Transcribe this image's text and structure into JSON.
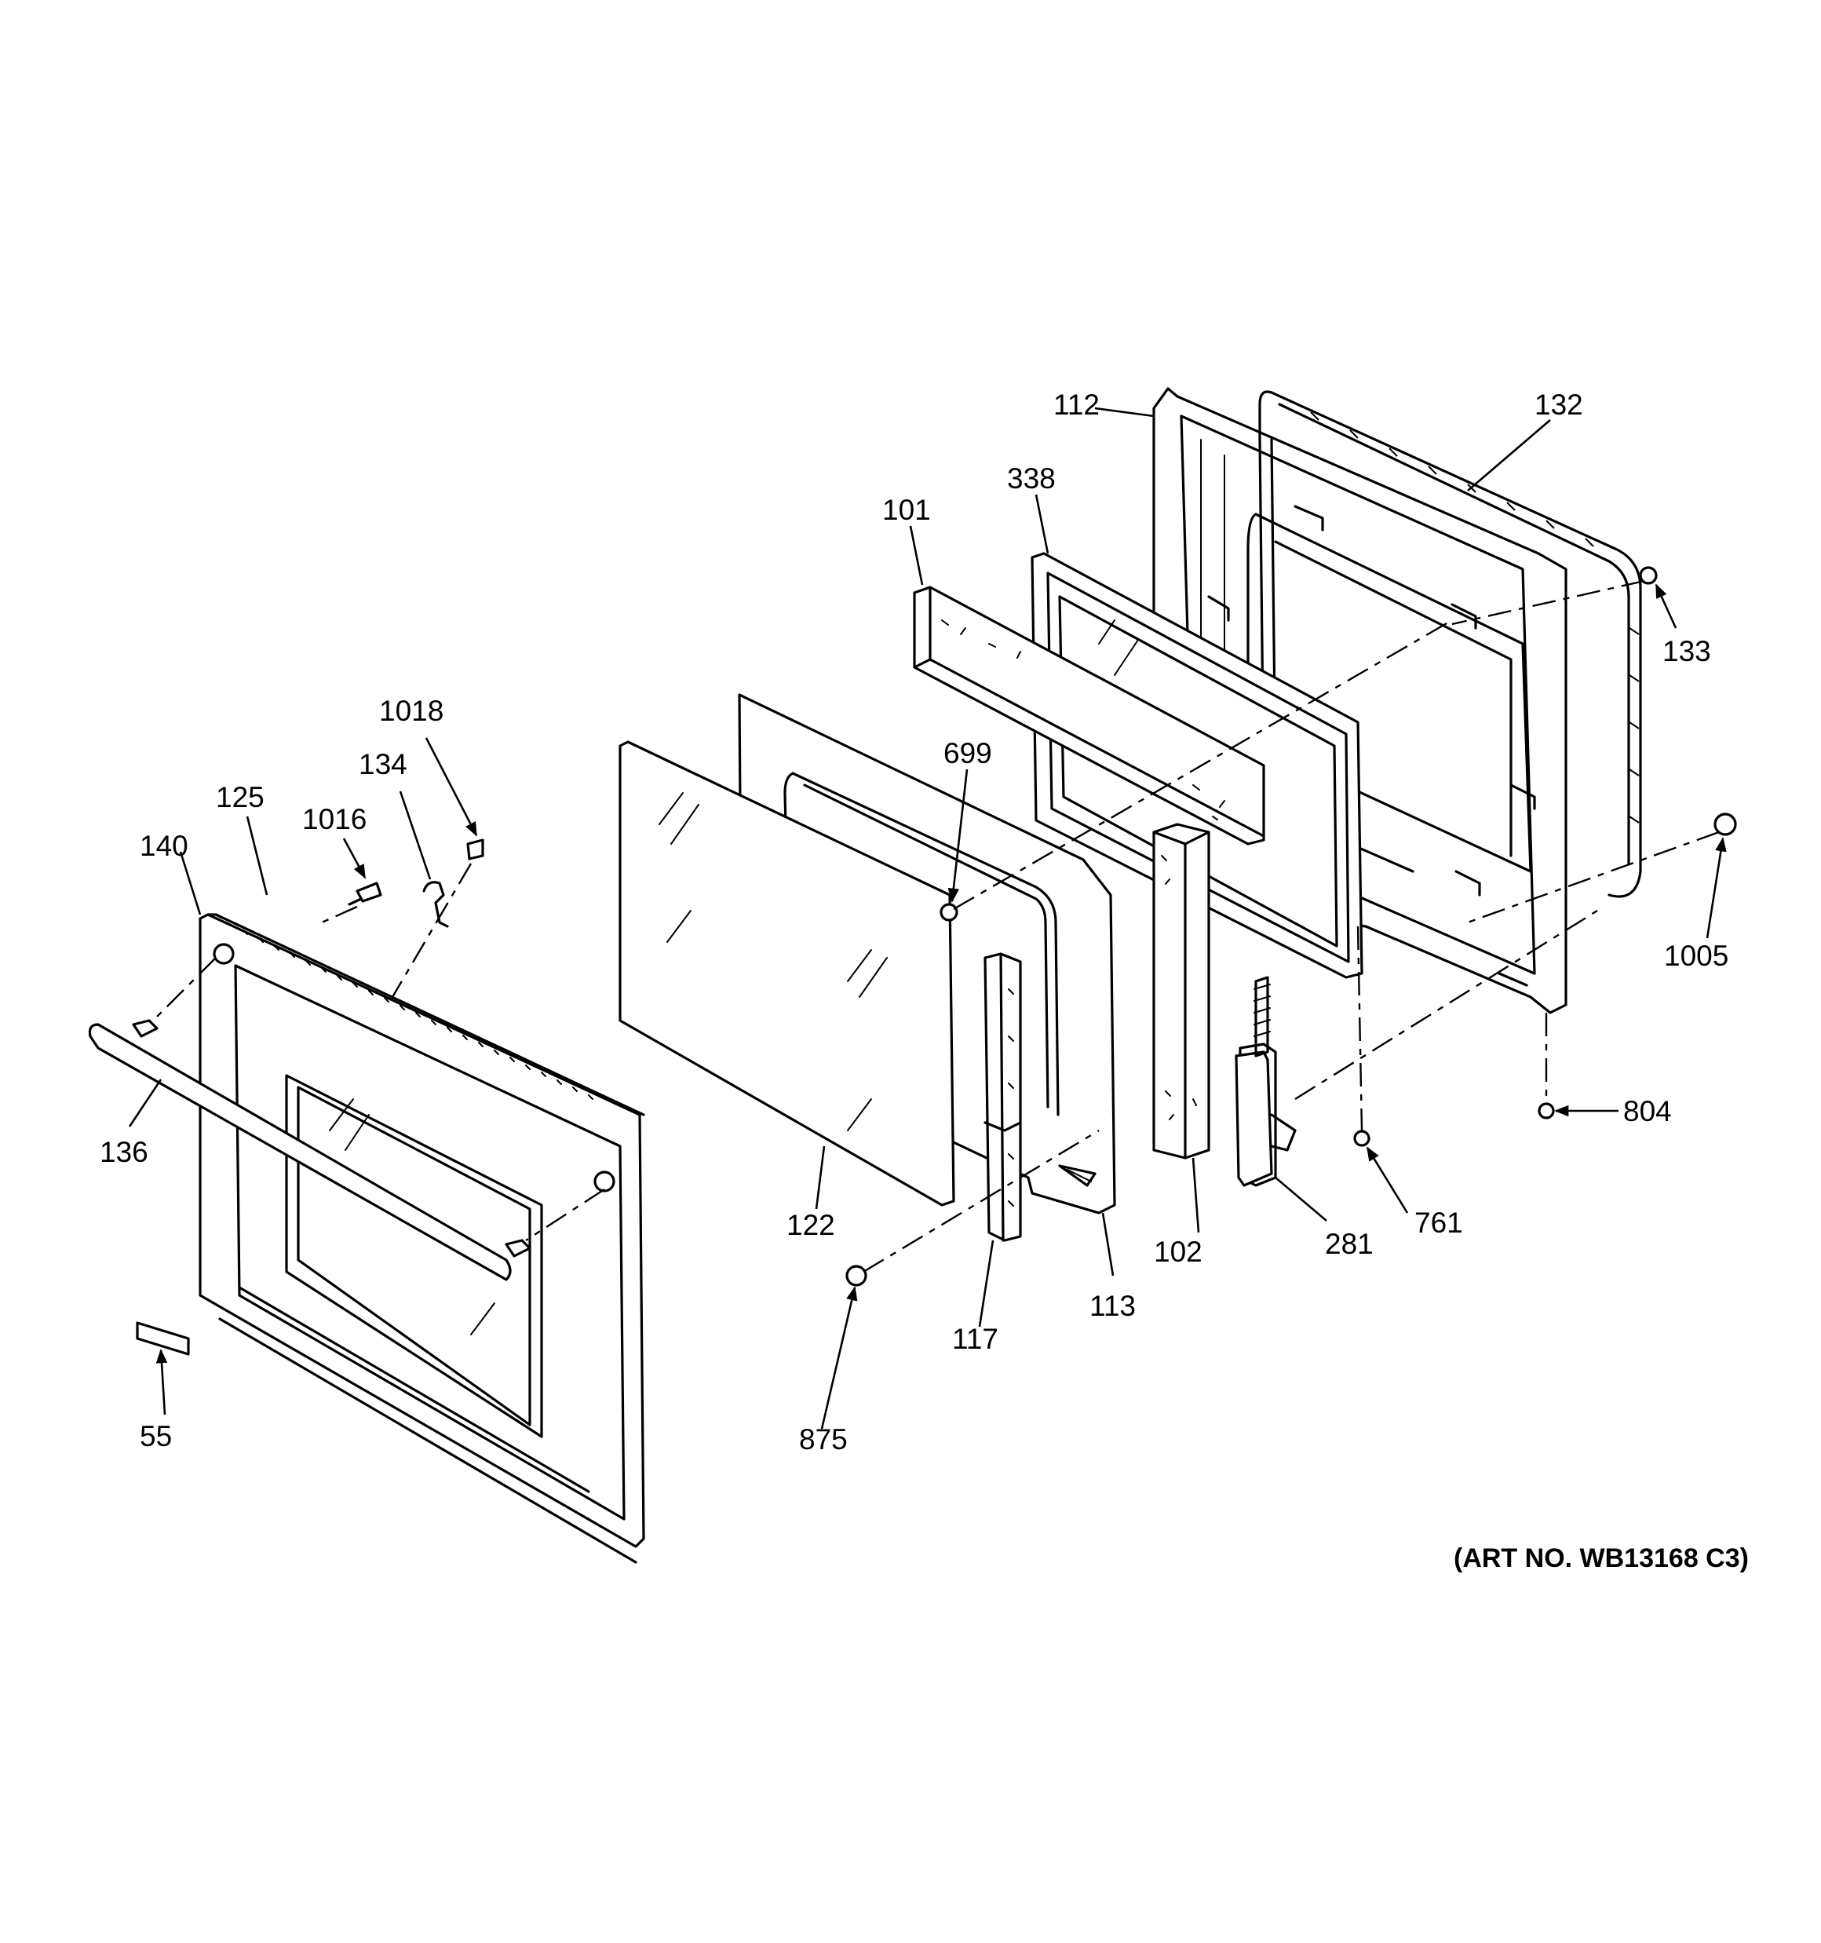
{
  "art_number": "(ART NO. WB13168 C3)",
  "labels": {
    "p55": "55",
    "p101": "101",
    "p102": "102",
    "p112": "112",
    "p113": "113",
    "p117": "117",
    "p122": "122",
    "p125": "125",
    "p132": "132",
    "p133": "133",
    "p134": "134",
    "p136": "136",
    "p140": "140",
    "p281": "281",
    "p338": "338",
    "p699": "699",
    "p761": "761",
    "p804": "804",
    "p875": "875",
    "p1005": "1005",
    "p1016": "1016",
    "p1018": "1018"
  }
}
